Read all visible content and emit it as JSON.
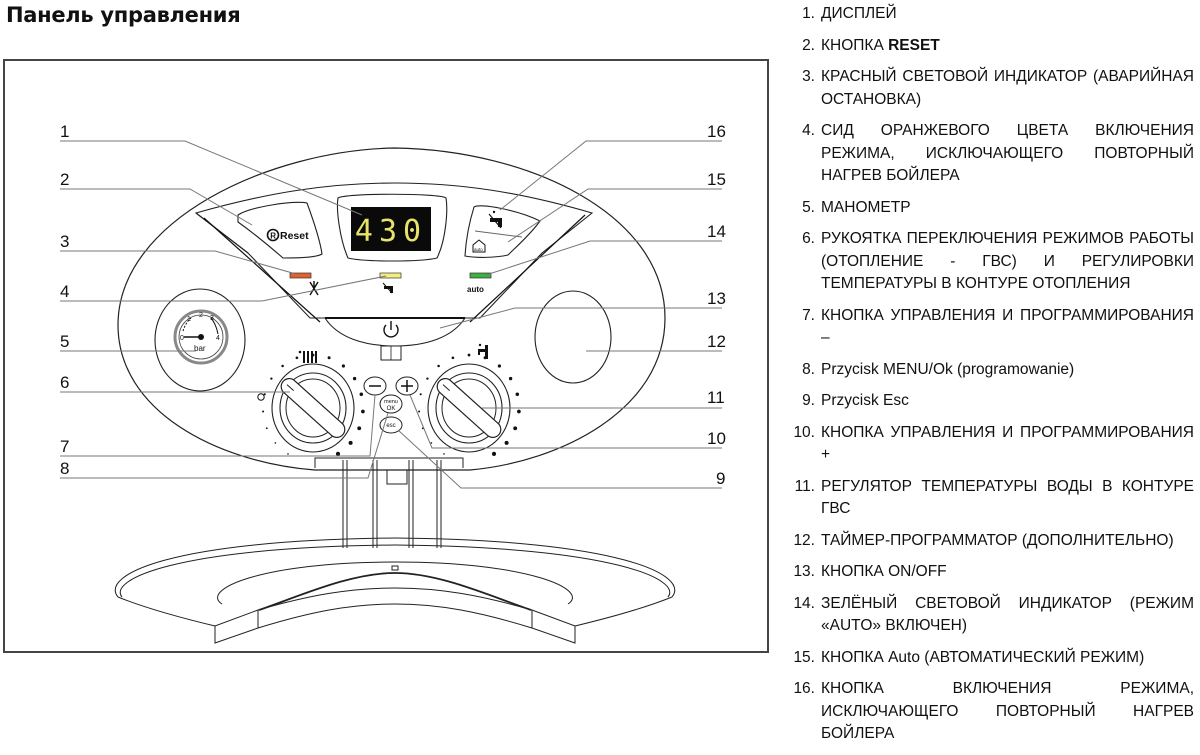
{
  "page": {
    "title": "Панель управления"
  },
  "panel": {
    "display_value": "430",
    "reset_label": "Reset",
    "auto_small_label": "auto",
    "auto_led_label": "auto",
    "menu_label_line1": "menu",
    "menu_label_line2": "OK",
    "esc_label": "esc",
    "minus_label": "−",
    "plus_label": "+",
    "gauge_unit": "bar",
    "gauge_ticks": [
      "0",
      "1",
      "2",
      "3",
      "4"
    ],
    "led_colors": {
      "red": "#e06030",
      "yellow": "#f2ee80",
      "green": "#3cb043"
    },
    "display_digit_color": "#e8e46a",
    "icons": {
      "reset": "reset-r-circle-icon",
      "flame_off": "burner-fault-icon",
      "tap_no_reheat": "tap-crossed-icon",
      "auto_house": "auto-house-icon",
      "power": "power-icon",
      "radiator": "radiator-icon",
      "tap": "tap-icon"
    }
  },
  "callouts": [
    "1",
    "2",
    "3",
    "4",
    "5",
    "6",
    "7",
    "8",
    "9",
    "10",
    "11",
    "12",
    "13",
    "14",
    "15",
    "16"
  ],
  "legend": [
    {
      "num": "1.",
      "text": "ДИСПЛЕЙ"
    },
    {
      "num": "2.",
      "text": "КНОПКА ",
      "bold": "RESET"
    },
    {
      "num": "3.",
      "text": "КРАСНЫЙ СВЕТОВОЙ ИНДИКАТОР (АВАРИЙНАЯ ОСТАНОВКА)"
    },
    {
      "num": "4.",
      "text": "СИД ОРАНЖЕВОГО ЦВЕТА ВКЛЮЧЕНИЯ РЕЖИМА, ИСКЛЮЧАЮЩЕГО ПОВТОРНЫЙ НАГРЕВ БОЙЛЕРА"
    },
    {
      "num": "5.",
      "text": "МАНОМЕТР"
    },
    {
      "num": "6.",
      "text": "РУКОЯТКА ПЕРЕКЛЮЧЕНИЯ РЕЖИМОВ РАБОТЫ (ОТОПЛЕНИЕ - ГВС) И РЕГУЛИРОВКИ ТЕМПЕРАТУРЫ В КОНТУРЕ ОТОПЛЕНИЯ"
    },
    {
      "num": "7.",
      "text": "КНОПКА УПРАВЛЕНИЯ И ПРОГРАММИРОВАНИЯ –"
    },
    {
      "num": "8.",
      "text": "Przycisk MENU/Ok (programowanie)"
    },
    {
      "num": "9.",
      "text": "Przycisk Esc"
    },
    {
      "num": "10.",
      "text": "КНОПКА УПРАВЛЕНИЯ И ПРОГРАММИРОВАНИЯ +"
    },
    {
      "num": "11.",
      "text": "РЕГУЛЯТОР ТЕМПЕРАТУРЫ ВОДЫ В КОНТУРЕ ГВС"
    },
    {
      "num": "12.",
      "text": "ТАЙМЕР-ПРОГРАММАТОР (ДОПОЛНИТЕЛЬНО)"
    },
    {
      "num": "13.",
      "text": "КНОПКА ON/OFF"
    },
    {
      "num": "14.",
      "text": "ЗЕЛЁНЫЙ СВЕТОВОЙ ИНДИКАТОР (РЕЖИМ «AUTO» ВКЛЮЧЕН)"
    },
    {
      "num": "15.",
      "text": "КНОПКА Auto (АВТОМАТИЧЕСКИЙ РЕЖИМ)"
    },
    {
      "num": "16.",
      "text": "КНОПКА ВКЛЮЧЕНИЯ РЕЖИМА, ИСКЛЮЧАЮЩЕГО ПОВТОРНЫЙ НАГРЕВ БОЙЛЕРА"
    }
  ]
}
